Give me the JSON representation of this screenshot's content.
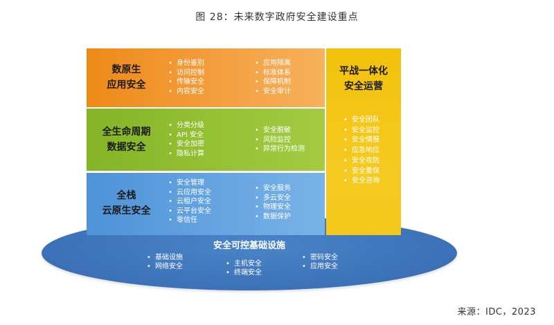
{
  "title": "图 28：未来数字政府安全建设重点",
  "source": "来源：IDC，2023",
  "bands": [
    {
      "title": [
        "数原生",
        "应用安全"
      ],
      "left_items": [
        "身份鉴别",
        "访问控制",
        "传输安全",
        "内容安全"
      ],
      "right_items": [
        "应用隔离",
        "标准体系",
        "保障机制",
        "安全审计"
      ]
    },
    {
      "title": [
        "全生命周期",
        "数据安全"
      ],
      "left_items": [
        "分类分级",
        "API 安全",
        "安全加密",
        "隐私计算"
      ],
      "right_items": [
        "安全脱敏",
        "风险监控",
        "异常行为检测"
      ]
    },
    {
      "title": [
        "全栈",
        "云原生安全"
      ],
      "left_items": [
        "安全管理",
        "云应用安全",
        "云租户安全",
        "云平台安全",
        "零信任"
      ],
      "right_items": [
        "安全服务",
        "多云安全",
        "物理安全",
        "数据保护"
      ]
    }
  ],
  "right_panel": {
    "title": [
      "平战一体化",
      "安全运营"
    ],
    "items": [
      "安全团队",
      "安全监控",
      "安全情报",
      "应急响应",
      "安全攻防",
      "安全重保",
      "安全咨询"
    ]
  },
  "base": {
    "title": "安全可控基础设施",
    "col1": [
      "基础设施",
      "网络安全"
    ],
    "col2": [
      "主机安全",
      "终端安全"
    ],
    "col3": [
      "密码安全",
      "应用安全"
    ]
  },
  "colors": {
    "orange": "#f0901e",
    "green": "#8dbb2f",
    "blue": "#5e9ede",
    "yellow": "#f3c414",
    "ellipse": "#3e74ba"
  }
}
